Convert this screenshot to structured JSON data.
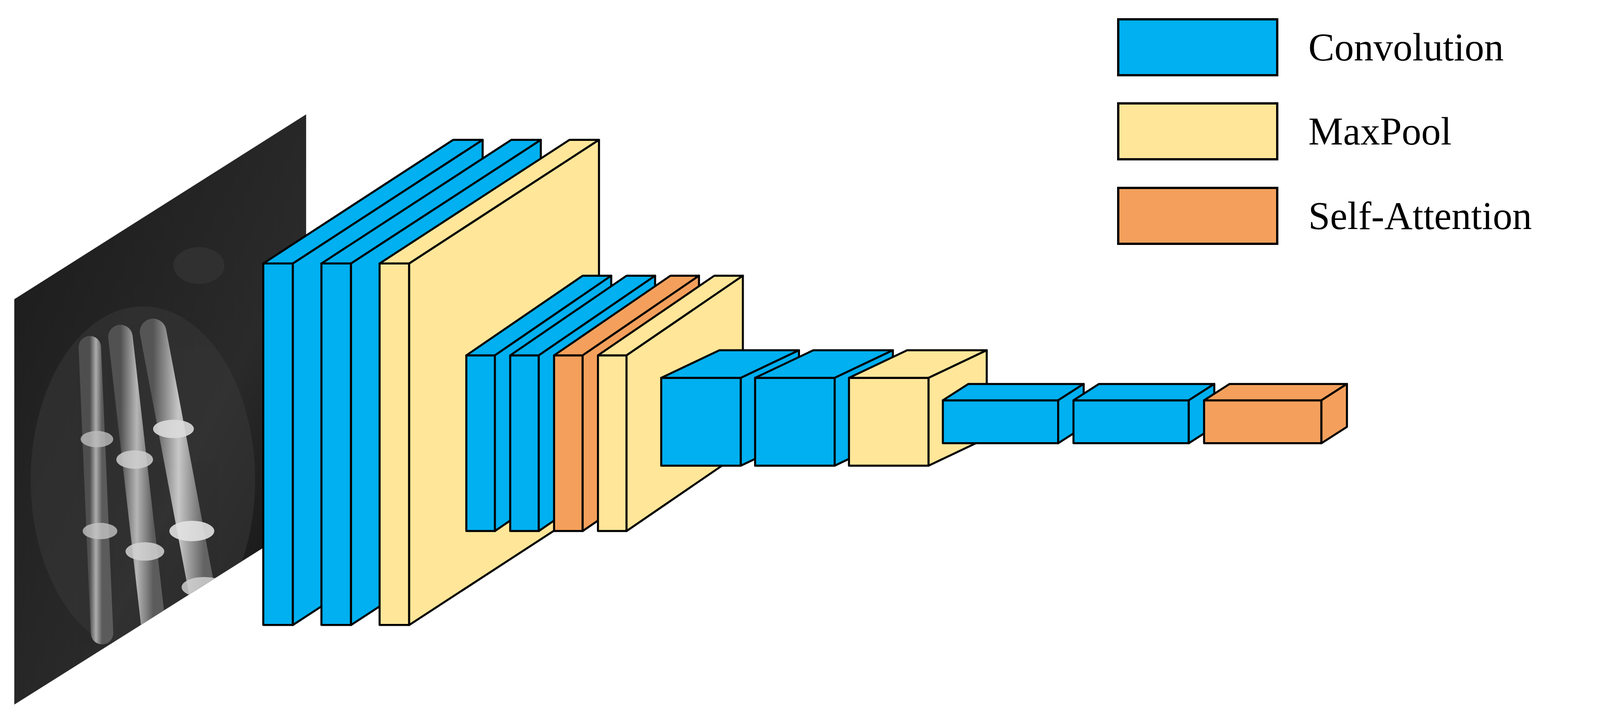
{
  "diagram": {
    "legend": [
      {
        "text": "Convolution",
        "color": "#00b0f0"
      },
      {
        "text": "MaxPool",
        "color": "#ffe699"
      },
      {
        "text": "Self-Attention",
        "color": "#f4a05c"
      }
    ]
  }
}
